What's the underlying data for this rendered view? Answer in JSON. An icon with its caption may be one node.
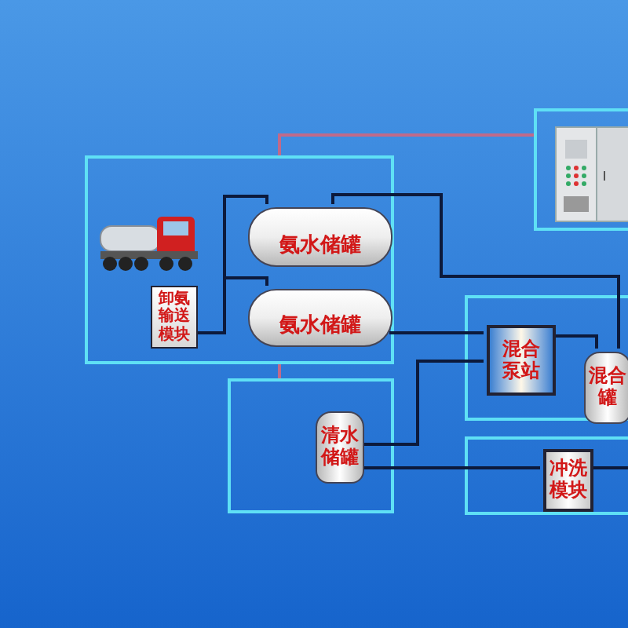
{
  "diagram": {
    "nodes": [
      {
        "text": [],
        "shape": "box"
      },
      {
        "text": [],
        "shape": "picture",
        "in": 0
      },
      {
        "text": [
          "卸氨输送模块"
        ],
        "in": 0
      },
      {
        "text": [
          "氨水储罐"
        ],
        "in": 0
      },
      {
        "text": [
          "氨水储罐"
        ],
        "in": 0
      },
      {
        "text": [],
        "shape": "box"
      },
      {
        "text": [
          "清水储罐"
        ],
        "in": 5
      },
      {
        "text": [],
        "shape": "box"
      },
      {
        "text": [
          "混合泵站"
        ],
        "in": 7
      },
      {
        "text": [
          "混合罐"
        ],
        "in": 7
      },
      {
        "text": [],
        "shape": "box"
      },
      {
        "text": [
          "冲洗模块"
        ],
        "in": 10
      },
      {
        "text": [],
        "shape": "box"
      },
      {
        "text": [],
        "shape": "picture",
        "in": 12
      }
    ],
    "edges": [
      {
        "from": 2,
        "to": 3,
        "arrow": "none"
      },
      {
        "from": 2,
        "to": 4,
        "arrow": "none"
      },
      {
        "from": 3,
        "to": 9,
        "arrow": "none"
      },
      {
        "from": 4,
        "to": 8,
        "arrow": "none"
      },
      {
        "from": 6,
        "to": 8,
        "arrow": "none"
      },
      {
        "from": 6,
        "to": 11,
        "arrow": "none"
      },
      {
        "from": 11,
        "to": null,
        "arrow": "none"
      },
      {
        "from": 8,
        "to": 9,
        "arrow": "none"
      },
      {
        "from": 0,
        "to": 12,
        "arrow": "none",
        "color": "#c06a8a"
      },
      {
        "from": 0,
        "to": 5,
        "arrow": "none",
        "color": "#c06a8a"
      }
    ]
  }
}
